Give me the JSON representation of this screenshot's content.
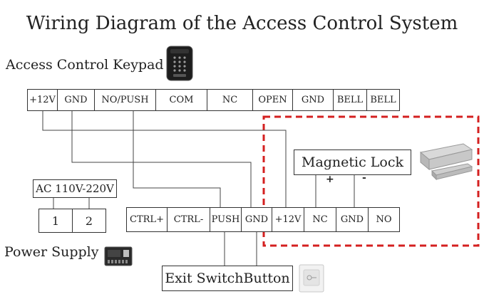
{
  "title": "Wiring Diagram of the Access Control System",
  "keypad": {
    "label": "Access Control Keypad",
    "terminals": [
      "+12V",
      "GND",
      "NO/PUSH",
      "COM",
      "NC",
      "OPEN",
      "GND",
      "BELL",
      "BELL"
    ]
  },
  "power_supply": {
    "label": "Power Supply",
    "input_label": "AC 110V-220V",
    "terminals": [
      "1",
      "2"
    ],
    "outputs": [
      "CTRL+",
      "CTRL-",
      "PUSH",
      "GND",
      "+12V",
      "NC",
      "GND",
      "NO"
    ]
  },
  "magnetic_lock": {
    "label": "Magnetic Lock",
    "plus": "+",
    "minus": "-"
  },
  "exit_switch": {
    "label": "Exit SwitchButton"
  },
  "colors": {
    "wire": "#444444",
    "dashed_region": "#d42020",
    "border": "#333333"
  }
}
